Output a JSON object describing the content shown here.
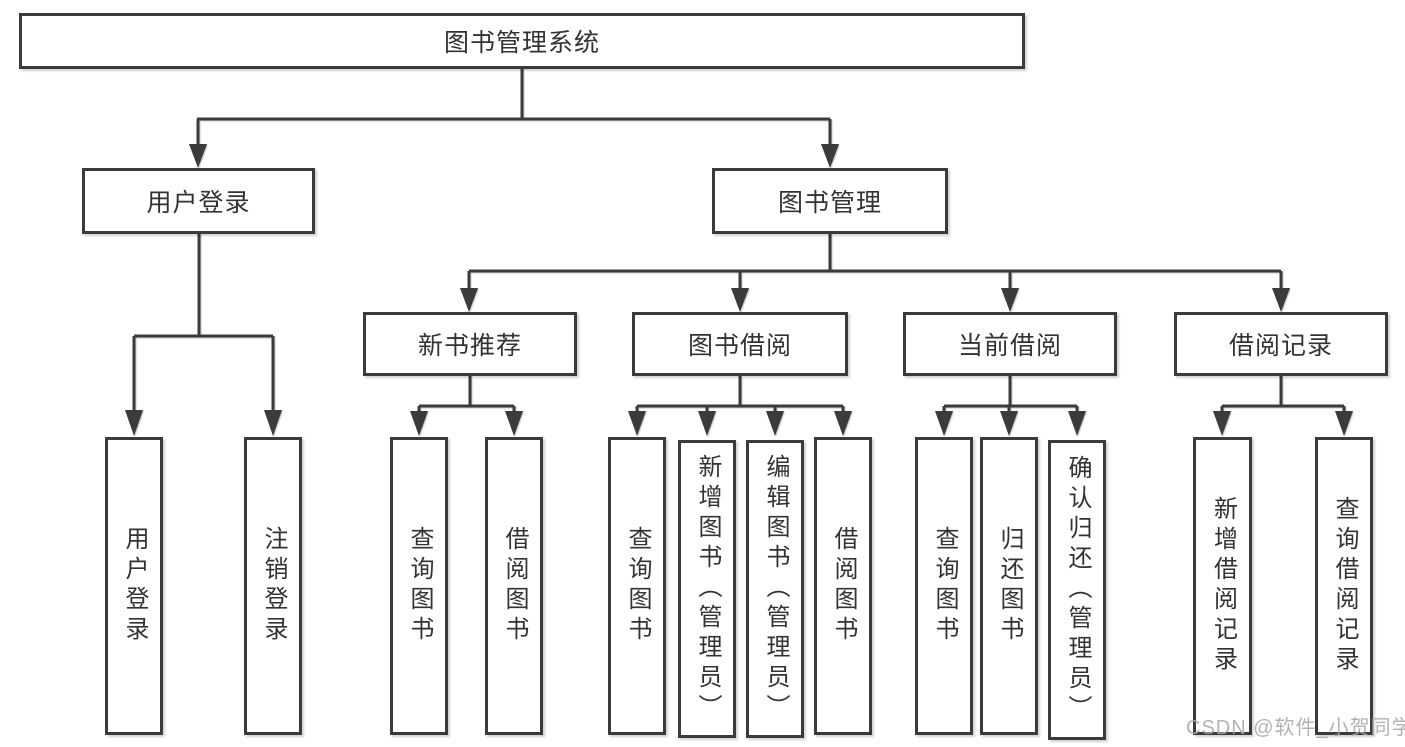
{
  "diagram": {
    "root": "图书管理系统",
    "branches": {
      "userLogin": "用户登录",
      "bookMgmt": "图书管理"
    },
    "modules": {
      "newBookRec": "新书推荐",
      "bookBorrow": "图书借阅",
      "currentBorrow": "当前借阅",
      "borrowRecord": "借阅记录"
    },
    "functions": {
      "login": "用户登录",
      "logout": "注销登录",
      "recQuery": "查询图书",
      "recBorrow": "借阅图书",
      "bbQuery": "查询图书",
      "bbAdd": "新增图书（管理员）",
      "bbEdit": "编辑图书（管理员）",
      "bbBorrow": "借阅图书",
      "cbQuery": "查询图书",
      "cbReturn": "归还图书",
      "cbConfirm": "确认归还（管理员）",
      "brAdd": "新增借阅记录",
      "brQuery": "查询借阅记录"
    },
    "hierarchy": {
      "图书管理系统": {
        "用户登录": [
          "用户登录",
          "注销登录"
        ],
        "图书管理": {
          "新书推荐": [
            "查询图书",
            "借阅图书"
          ],
          "图书借阅": [
            "查询图书",
            "新增图书（管理员）",
            "编辑图书（管理员）",
            "借阅图书"
          ],
          "当前借阅": [
            "查询图书",
            "归还图书",
            "确认归还（管理员）"
          ],
          "借阅记录": [
            "新增借阅记录",
            "查询借阅记录"
          ]
        }
      }
    },
    "watermark": "CSDN @软件_小贺同学",
    "colors": {
      "line": "#3b3b3b",
      "text": "#333333",
      "watermark": "#aaaaaa",
      "background": "#ffffff"
    }
  }
}
